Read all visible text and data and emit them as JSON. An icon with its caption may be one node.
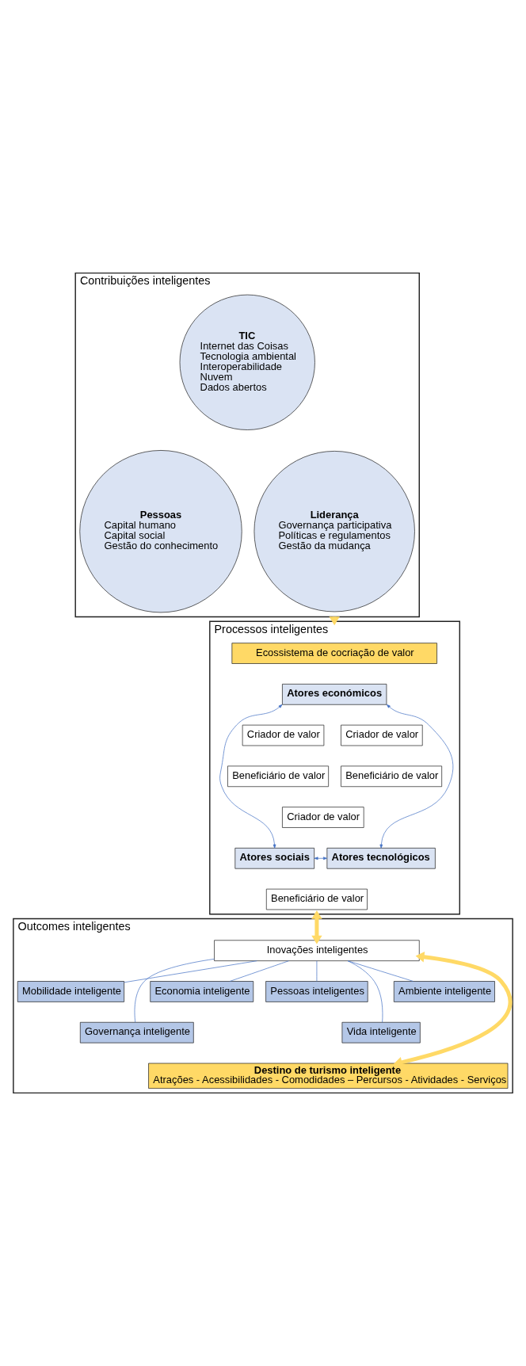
{
  "diagram": {
    "nodes": [
      {
        "text": [
          "Contribuições inteligentes"
        ]
      },
      {
        "text": [
          "TIC",
          "Internet das Coisas",
          "Tecnologia ambiental",
          "Interoperabilidade",
          "Nuvem",
          "Dados abertos"
        ],
        "in": 0
      },
      {
        "text": [
          "Pessoas",
          "Capital humano",
          "Capital social",
          "Gestão do conhecimento"
        ],
        "in": 0
      },
      {
        "text": [
          "Liderança",
          "Governança participativa",
          "Políticas e regulamentos",
          "Gestão da mudança"
        ],
        "in": 0
      },
      {
        "text": [
          "Processos inteligentes"
        ]
      },
      {
        "text": [
          "Ecossistema de cocriação de valor"
        ],
        "in": 4
      },
      {
        "text": [
          "Atores económicos"
        ],
        "in": 4
      },
      {
        "text": [
          "Criador de valor"
        ],
        "in": 4
      },
      {
        "text": [
          "Beneficiário de valor"
        ],
        "in": 4
      },
      {
        "text": [
          "Beneficiário de valor"
        ],
        "in": 4
      },
      {
        "text": [
          "Criador de valor"
        ],
        "in": 4
      },
      {
        "text": [
          "Criador de valor"
        ],
        "in": 4
      },
      {
        "text": [
          "Atores sociais"
        ],
        "in": 4
      },
      {
        "text": [
          "Atores tecnológicos"
        ],
        "in": 4
      },
      {
        "text": [
          "Beneficiário de valor"
        ],
        "in": 4
      },
      {
        "text": [
          "Outcomes inteligentes"
        ]
      },
      {
        "text": [
          "Inovações inteligentes"
        ],
        "in": 15
      },
      {
        "text": [
          "Mobilidade inteligente"
        ],
        "in": 15
      },
      {
        "text": [
          "Governança inteligente"
        ],
        "in": 15
      },
      {
        "text": [
          "Economia inteligente"
        ],
        "in": 15
      },
      {
        "text": [
          "Pessoas inteligentes"
        ],
        "in": 15
      },
      {
        "text": [
          "Vida inteligente"
        ],
        "in": 15
      },
      {
        "text": [
          "Ambiente inteligente"
        ],
        "in": 15
      },
      {
        "text": [
          "Destino de turismo inteligente",
          "Atrações - Acessibilidades - Comodidades – Percursos - Atividades - Serviços"
        ],
        "in": 15
      }
    ],
    "edges": [
      {
        "from": 0,
        "to": 4,
        "arrow": "to",
        "style": "thick",
        "color": "#ffd966"
      },
      {
        "from": 6,
        "to": 12,
        "arrow": "both"
      },
      {
        "from": 6,
        "to": 13,
        "arrow": "both"
      },
      {
        "from": 12,
        "to": 13,
        "arrow": "both"
      },
      {
        "from": 4,
        "to": 16,
        "arrow": "both",
        "style": "thick",
        "color": "#ffd966"
      },
      {
        "from": 16,
        "to": 17,
        "arrow": "none"
      },
      {
        "from": 16,
        "to": 18,
        "arrow": "none"
      },
      {
        "from": 16,
        "to": 19,
        "arrow": "none"
      },
      {
        "from": 16,
        "to": 20,
        "arrow": "none"
      },
      {
        "from": 16,
        "to": 21,
        "arrow": "none"
      },
      {
        "from": 16,
        "to": 22,
        "arrow": "none"
      },
      {
        "from": 16,
        "to": 23,
        "arrow": "both",
        "style": "thick",
        "color": "#ffd966"
      }
    ]
  }
}
